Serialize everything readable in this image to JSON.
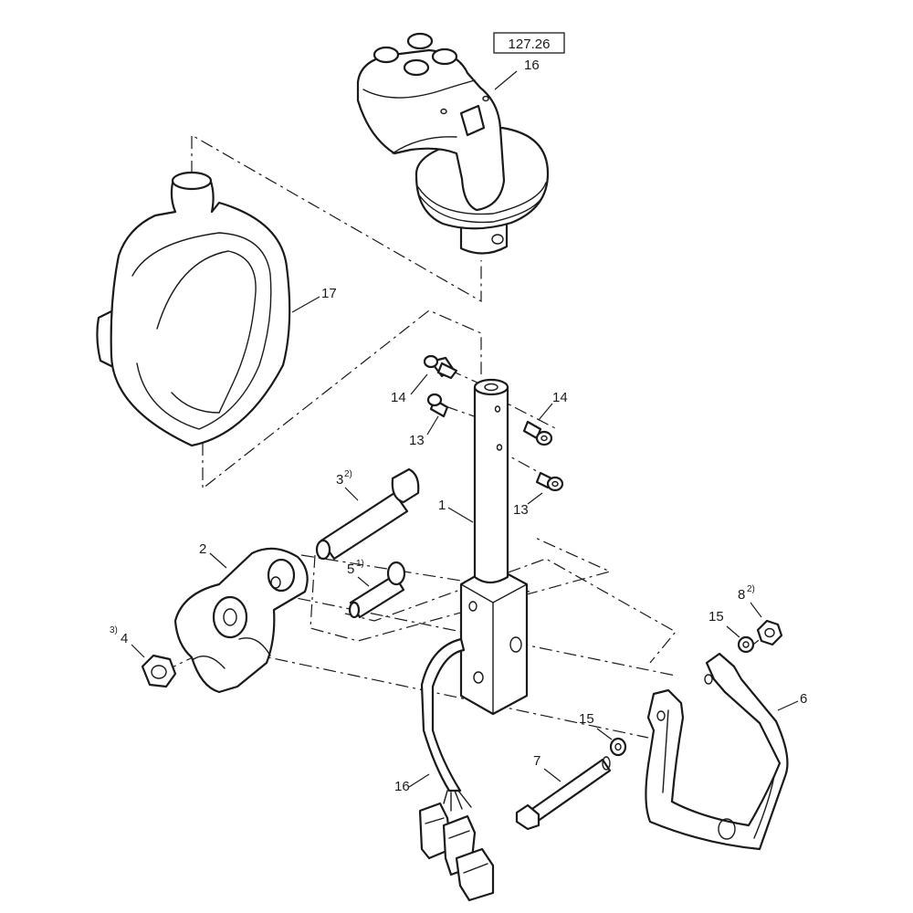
{
  "reference": "127.26",
  "callouts": {
    "c16_top": "16",
    "c17": "17",
    "c14_left": "14",
    "c14_right": "14",
    "c13_left": "13",
    "c13_right": "13",
    "c3": "3",
    "c3_note": "2)",
    "c1": "1",
    "c2": "2",
    "c5": "5",
    "c5_note": "1)",
    "c4": "4",
    "c4_note": "3)",
    "c8": "8",
    "c8_note": "2)",
    "c15_upper": "15",
    "c15_lower": "15",
    "c6": "6",
    "c7": "7",
    "c16_bottom": "16"
  }
}
